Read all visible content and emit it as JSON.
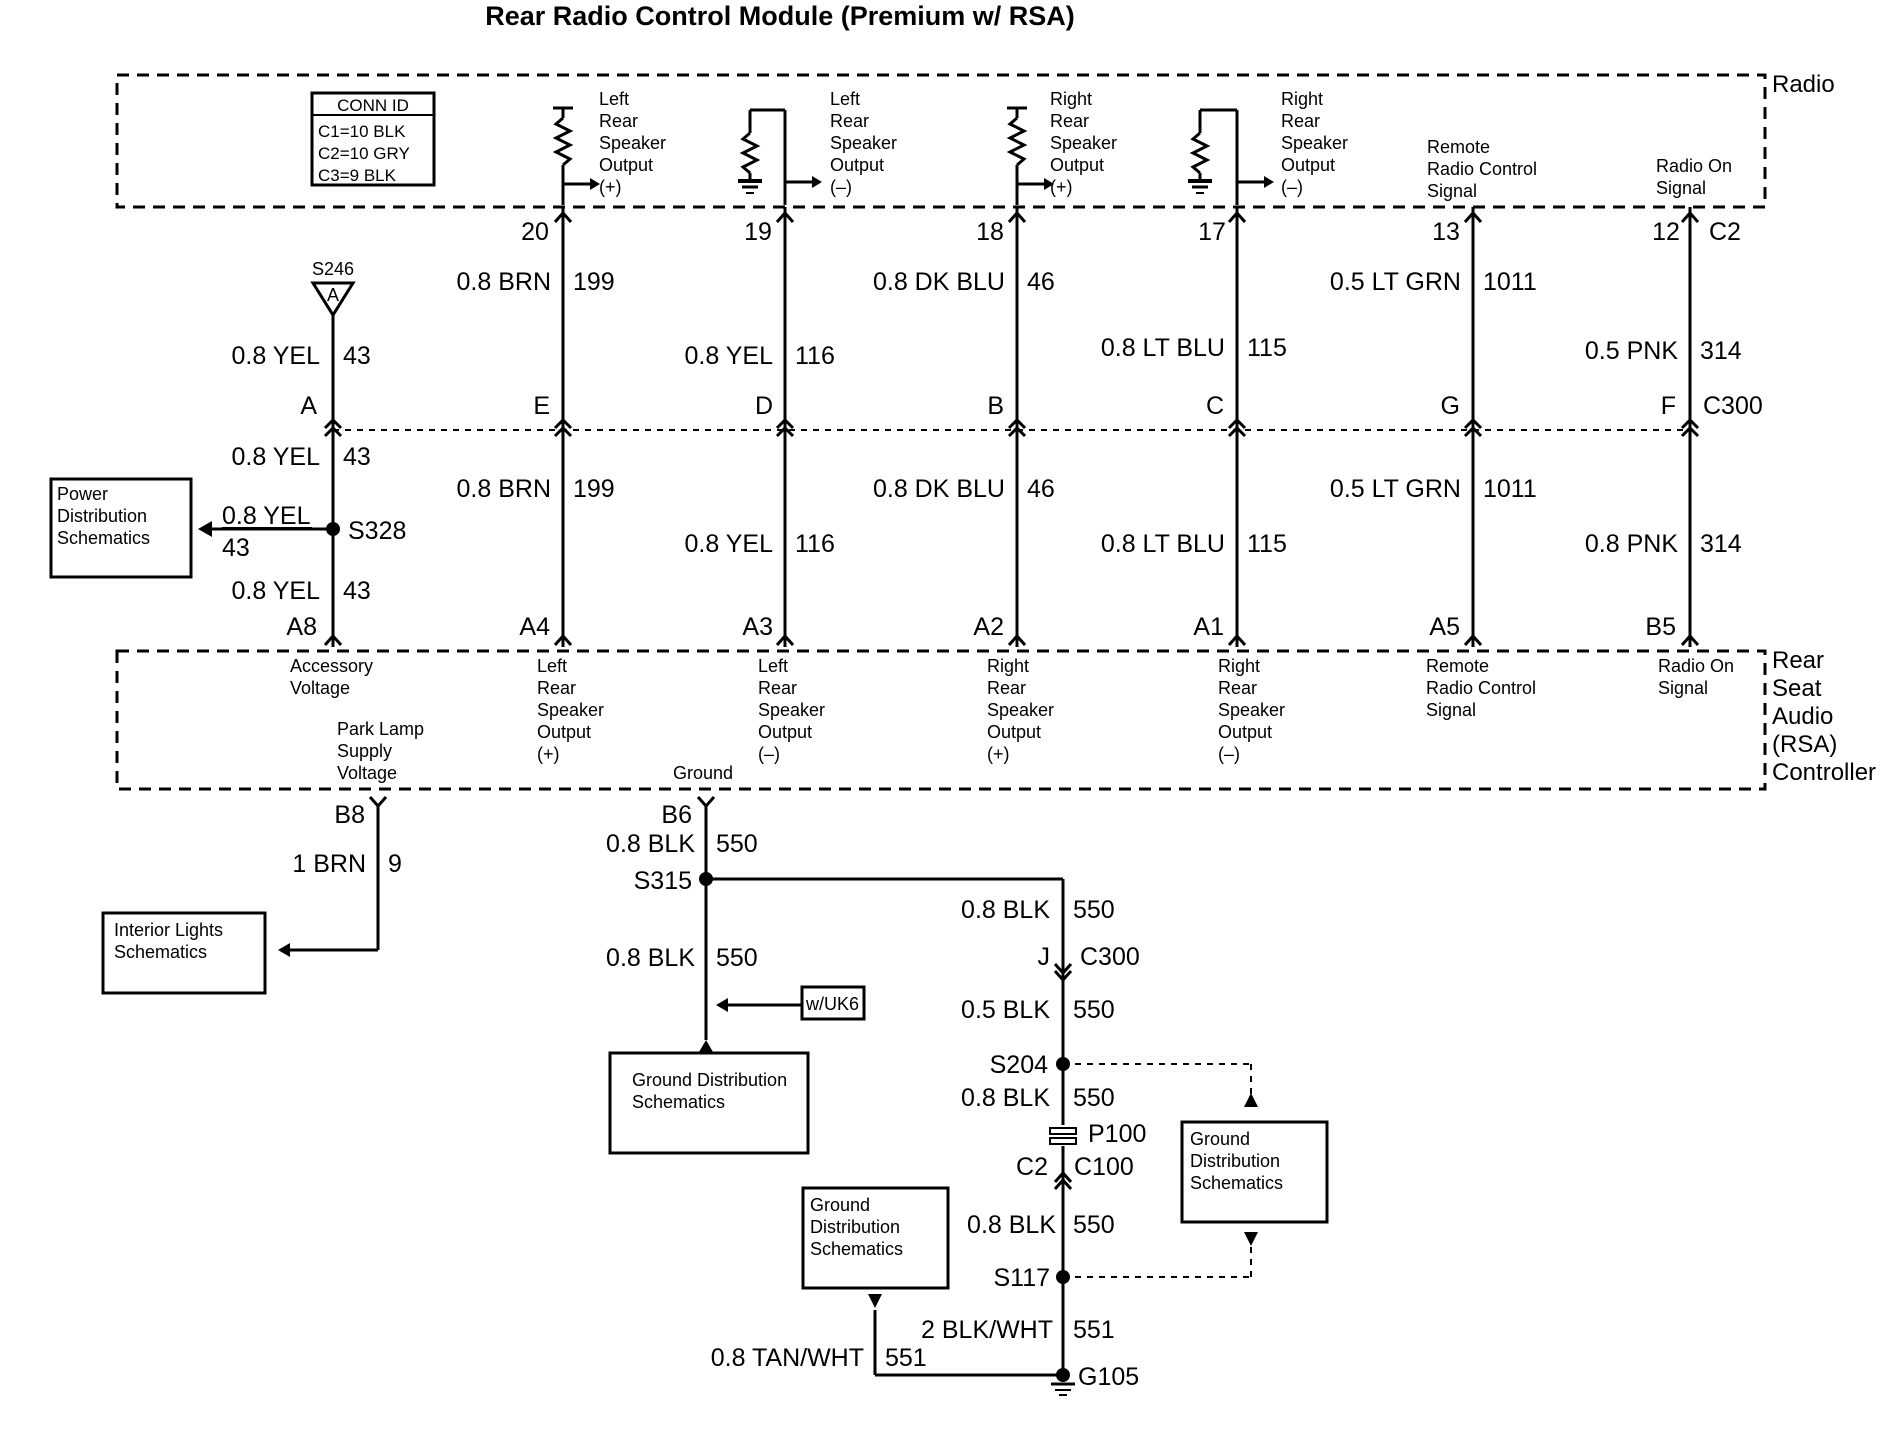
{
  "title": "Rear Radio Control Module (Premium w/ RSA)",
  "radio": {
    "label": "Radio",
    "conn_id": {
      "header": "CONN ID",
      "c1": "C1=10 BLK",
      "c2": "C2=10 GRY",
      "c3": "C3=9 BLK"
    },
    "outputs": [
      {
        "lines": [
          "Left",
          "Rear",
          "Speaker",
          "Output",
          "(+)"
        ]
      },
      {
        "lines": [
          "Left",
          "Rear",
          "Speaker",
          "Output",
          "(–)"
        ]
      },
      {
        "lines": [
          "Right",
          "Rear",
          "Speaker",
          "Output",
          "(+)"
        ]
      },
      {
        "lines": [
          "Right",
          "Rear",
          "Speaker",
          "Output",
          "(–)"
        ]
      },
      {
        "lines": [
          "Remote",
          "Radio Control",
          "Signal"
        ]
      },
      {
        "lines": [
          "Radio On",
          "Signal"
        ]
      }
    ],
    "connector": "C2"
  },
  "circuits": [
    {
      "radio_pin": "20",
      "upper_wire": "0.8 BRN",
      "upper_circuit": "199",
      "c300_pin": "E",
      "lower_wire": "0.8 BRN",
      "lower_circuit": "199",
      "rsa_pin": "A4"
    },
    {
      "radio_pin": "19",
      "upper_wire": "0.8 YEL",
      "upper_circuit": "116",
      "c300_pin": "D",
      "lower_wire": "0.8 YEL",
      "lower_circuit": "116",
      "rsa_pin": "A3"
    },
    {
      "radio_pin": "18",
      "upper_wire": "0.8 DK BLU",
      "upper_circuit": "46",
      "c300_pin": "B",
      "lower_wire": "0.8 DK BLU",
      "lower_circuit": "46",
      "rsa_pin": "A2"
    },
    {
      "radio_pin": "17",
      "upper_wire": "0.8 LT BLU",
      "upper_circuit": "115",
      "c300_pin": "C",
      "lower_wire": "0.8 LT BLU",
      "lower_circuit": "115",
      "rsa_pin": "A1"
    },
    {
      "radio_pin": "13",
      "upper_wire": "0.5 LT GRN",
      "upper_circuit": "1011",
      "c300_pin": "G",
      "lower_wire": "0.5 LT GRN",
      "lower_circuit": "1011",
      "rsa_pin": "A5"
    },
    {
      "radio_pin": "12",
      "upper_wire": "0.5 PNK",
      "upper_circuit": "314",
      "c300_pin": "F",
      "lower_wire": "0.8 PNK",
      "lower_circuit": "314",
      "rsa_pin": "B5"
    }
  ],
  "c300_label": "C300",
  "accessory": {
    "splice_top": "S246",
    "splice_top_letter": "A",
    "upper_wire": "0.8 YEL",
    "upper_circuit": "43",
    "c300_pin": "A",
    "mid_wire": "0.8 YEL",
    "mid_circuit": "43",
    "splice": "S328",
    "branch_wire": "0.8 YEL",
    "branch_circuit": "43",
    "lower_wire": "0.8 YEL",
    "lower_circuit": "43",
    "rsa_pin": "A8",
    "power_box": [
      "Power",
      "Distribution",
      "Schematics"
    ]
  },
  "rsa": {
    "label_lines": [
      "Rear",
      "Seat",
      "Audio",
      "(RSA)",
      "Controller"
    ],
    "inputs": [
      {
        "lines": [
          "Accessory",
          "Voltage"
        ]
      },
      {
        "lines": [
          "Left",
          "Rear",
          "Speaker",
          "Output",
          "(+)"
        ]
      },
      {
        "lines": [
          "Left",
          "Rear",
          "Speaker",
          "Output",
          "(–)"
        ]
      },
      {
        "lines": [
          "Right",
          "Rear",
          "Speaker",
          "Output",
          "(+)"
        ]
      },
      {
        "lines": [
          "Right",
          "Rear",
          "Speaker",
          "Output",
          "(–)"
        ]
      },
      {
        "lines": [
          "Remote",
          "Radio Control",
          "Signal"
        ]
      },
      {
        "lines": [
          "Radio On",
          "Signal"
        ]
      }
    ],
    "park_lamp": [
      "Park Lamp",
      "Supply",
      "Voltage"
    ],
    "ground": "Ground"
  },
  "park_lamp_circuit": {
    "pin": "B8",
    "wire": "1 BRN",
    "circuit": "9",
    "box": [
      "Interior Lights",
      "Schematics"
    ]
  },
  "ground_circuit": {
    "pin": "B6",
    "wire1": "0.8 BLK",
    "circuit1": "550",
    "splice1": "S315",
    "wire2": "0.8 BLK",
    "circuit2": "550",
    "option": "w/UK6",
    "ground_box1": [
      "Ground Distribution",
      "Schematics"
    ],
    "wire3": "0.8 BLK",
    "circuit3": "550",
    "c300_pin": "J",
    "c300_label": "C300",
    "wire4": "0.5 BLK",
    "circuit4": "550",
    "splice2": "S204",
    "wire5": "0.8 BLK",
    "circuit5": "550",
    "p100": "P100",
    "c2": "C2",
    "c100": "C100",
    "ground_box2": [
      "Ground",
      "Distribution",
      "Schematics"
    ],
    "wire6": "0.8 BLK",
    "circuit6": "550",
    "ground_box3": [
      "Ground",
      "Distribution",
      "Schematics"
    ],
    "splice3": "S117",
    "wire7": "2 BLK/WHT",
    "circuit7": "551",
    "wire8": "0.8 TAN/WHT",
    "circuit8": "551",
    "ground": "G105"
  }
}
